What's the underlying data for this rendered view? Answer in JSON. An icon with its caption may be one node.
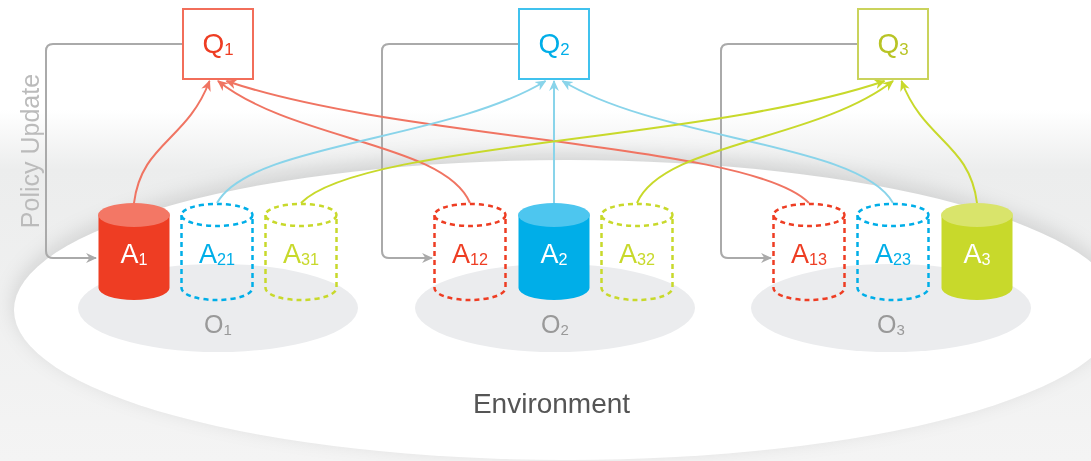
{
  "diagram": {
    "nodes": [
      {
        "text": [
          "Q$_{1}$"
        ]
      },
      {
        "text": [
          "Q$_{2}$"
        ]
      },
      {
        "text": [
          "Q$_{3}$"
        ]
      },
      {
        "text": [
          "Environment"
        ]
      },
      {
        "text": [
          "O$_{1}$"
        ],
        "in": 3
      },
      {
        "text": [
          "A$_{1}$"
        ],
        "in": 3
      },
      {
        "text": [
          "A$_{21}$"
        ],
        "in": 3
      },
      {
        "text": [
          "A$_{31}$"
        ],
        "in": 3
      },
      {
        "text": [
          "O$_{2}$"
        ],
        "in": 3
      },
      {
        "text": [
          "A$_{12}$"
        ],
        "in": 3
      },
      {
        "text": [
          "A$_{2}$"
        ],
        "in": 3
      },
      {
        "text": [
          "A$_{32}$"
        ],
        "in": 3
      },
      {
        "text": [
          "O$_{3}$"
        ],
        "in": 3
      },
      {
        "text": [
          "A$_{13}$"
        ],
        "in": 3
      },
      {
        "text": [
          "A$_{23}$"
        ],
        "in": 3
      },
      {
        "text": [
          "A$_{3}$"
        ],
        "in": 3
      }
    ],
    "edges": [
      {
        "from": 0,
        "to": 5,
        "arrow": "to",
        "label": "Policy Update",
        "color": "#aaaaaa"
      },
      {
        "from": 1,
        "to": 9,
        "arrow": "to",
        "color": "#aaaaaa"
      },
      {
        "from": 2,
        "to": 13,
        "arrow": "to",
        "color": "#aaaaaa"
      },
      {
        "from": 5,
        "to": 0,
        "arrow": "to",
        "color": "#f07462"
      },
      {
        "from": 9,
        "to": 0,
        "arrow": "to",
        "color": "#f07462"
      },
      {
        "from": 13,
        "to": 0,
        "arrow": "to",
        "color": "#f07462"
      },
      {
        "from": 6,
        "to": 1,
        "arrow": "to",
        "color": "#89d4ea"
      },
      {
        "from": 10,
        "to": 1,
        "arrow": "to",
        "color": "#89d4ea"
      },
      {
        "from": 14,
        "to": 1,
        "arrow": "to",
        "color": "#89d4ea"
      },
      {
        "from": 7,
        "to": 2,
        "arrow": "to",
        "color": "#c8d92b"
      },
      {
        "from": 11,
        "to": 2,
        "arrow": "to",
        "color": "#c8d92b"
      },
      {
        "from": 15,
        "to": 2,
        "arrow": "to",
        "color": "#c8d92b"
      }
    ]
  }
}
